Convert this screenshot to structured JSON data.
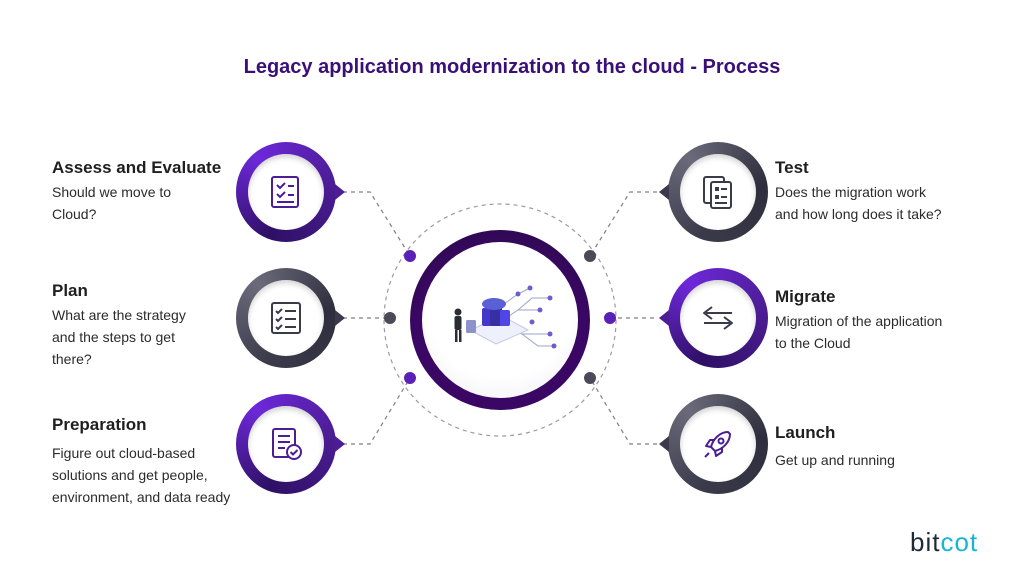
{
  "title": "Legacy application modernization to the cloud - Process",
  "steps": [
    {
      "title": "Assess and Evaluate",
      "desc": [
        "Should we move to",
        "Cloud?"
      ],
      "icon": "checklist-icon",
      "ring": "purple"
    },
    {
      "title": "Plan",
      "desc": [
        "What are the strategy",
        "and the steps to get",
        "there?"
      ],
      "icon": "list-icon",
      "ring": "gray"
    },
    {
      "title": "Preparation",
      "desc": [
        "Figure out cloud-based",
        "solutions and get people,",
        "environment, and data ready"
      ],
      "icon": "document-check-icon",
      "ring": "purple"
    },
    {
      "title": "Test",
      "desc": [
        "Does the migration work",
        "and how long does it take?"
      ],
      "icon": "documents-icon",
      "ring": "gray"
    },
    {
      "title": "Migrate",
      "desc": [
        "Migration of the application",
        "to the Cloud"
      ],
      "icon": "arrows-exchange-icon",
      "ring": "purple"
    },
    {
      "title": "Launch",
      "desc": [
        "Get up and running"
      ],
      "icon": "rocket-icon",
      "ring": "gray"
    }
  ],
  "logo": {
    "part1": "bit",
    "part2": "cot"
  },
  "colors": {
    "purple": "#4c1d95",
    "gray": "#3b3a4a",
    "title": "#3a1078",
    "logo_accent": "#1ab3d8"
  }
}
